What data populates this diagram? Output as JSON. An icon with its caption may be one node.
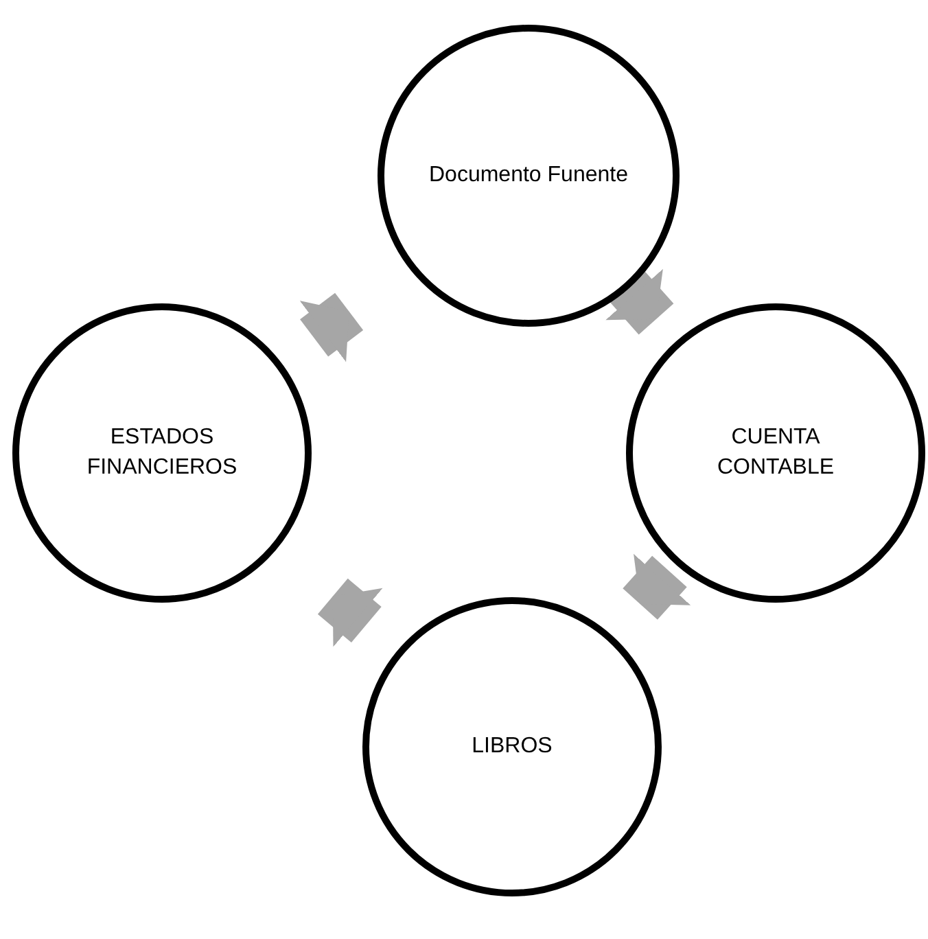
{
  "diagram": {
    "nodes": [
      {
        "text": [
          "Documento Funente"
        ]
      },
      {
        "text": [
          "CUENTA CONTABLE"
        ]
      },
      {
        "text": [
          "LIBROS"
        ]
      },
      {
        "text": [
          "ESTADOS FINANCIEROS"
        ]
      }
    ],
    "edges": [
      {
        "from": 0,
        "to": 1,
        "arrow": "to"
      },
      {
        "from": 1,
        "to": 2,
        "arrow": "to"
      },
      {
        "from": 2,
        "to": 3,
        "arrow": "to"
      },
      {
        "from": 3,
        "to": 0,
        "arrow": "to"
      }
    ]
  }
}
